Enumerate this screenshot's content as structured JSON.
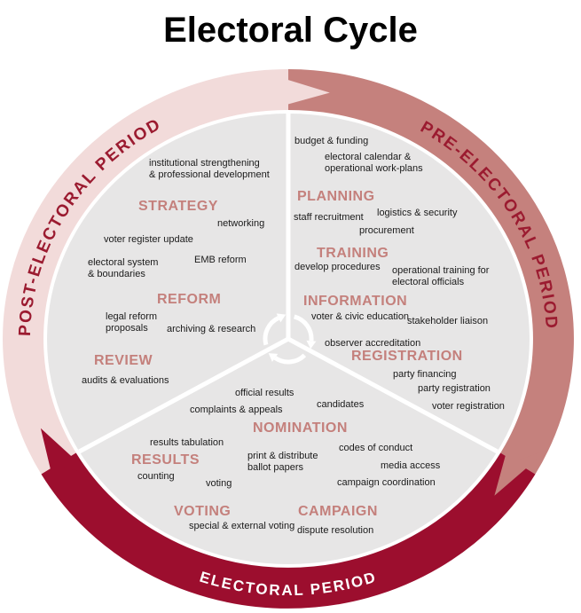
{
  "title": "Electoral Cycle",
  "colors": {
    "post_band": "#f2dbda",
    "pre_band": "#c5817d",
    "electoral_band": "#9c0e2e",
    "disc": "#e7e6e6",
    "heading": "#c4807c",
    "ring_label_dark": "#9b1b30",
    "ring_label_white": "#ffffff"
  },
  "icons": {
    "center": "cycle-arrows-icon"
  },
  "ring": {
    "post": "POST-ELECTORAL PERIOD",
    "pre": "PRE-ELECTORAL PERIOD",
    "electoral": "ELECTORAL PERIOD"
  },
  "sectors": {
    "post_electoral": {
      "headings": [
        "STRATEGY",
        "REFORM",
        "REVIEW"
      ],
      "items": [
        "institutional strengthening\n& professional development",
        "networking",
        "voter register update",
        "electoral system\n& boundaries",
        "EMB reform",
        "legal reform\nproposals",
        "archiving & research",
        "audits & evaluations"
      ]
    },
    "pre_electoral": {
      "headings": [
        "PLANNING",
        "TRAINING",
        "INFORMATION",
        "REGISTRATION"
      ],
      "items": [
        "budget & funding",
        "electoral calendar &\noperational work-plans",
        "staff recruitment",
        "logistics & security",
        "procurement",
        "develop procedures",
        "operational training for\nelectoral officials",
        "voter & civic education",
        "stakeholder liaison",
        "observer accreditation",
        "party financing",
        "party registration",
        "voter registration"
      ]
    },
    "electoral": {
      "headings": [
        "NOMINATION",
        "RESULTS",
        "VOTING",
        "CAMPAIGN"
      ],
      "items": [
        "official results",
        "complaints & appeals",
        "candidates",
        "results tabulation",
        "print & distribute\nballot papers",
        "codes of conduct",
        "counting",
        "voting",
        "media access",
        "campaign coordination",
        "special & external voting",
        "dispute resolution"
      ]
    }
  }
}
